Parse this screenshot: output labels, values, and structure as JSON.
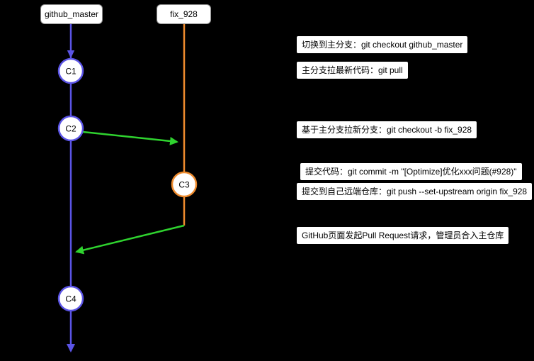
{
  "diagram": {
    "background": "#000000"
  },
  "colors": {
    "master": "#5b54e6",
    "feature": "#ed8a2d",
    "arrow": "#2fd32f",
    "node_fill": "#ffffff",
    "box_bg": "#ffffff",
    "text": "#000000"
  },
  "branches": {
    "master": {
      "label": "github_master"
    },
    "feature": {
      "label": "fix_928"
    }
  },
  "commits": {
    "c1": {
      "label": "C1",
      "branch": "github_master"
    },
    "c2": {
      "label": "C2",
      "branch": "github_master"
    },
    "c3": {
      "label": "C3",
      "branch": "fix_928"
    },
    "c4": {
      "label": "C4",
      "branch": "github_master"
    }
  },
  "annotations": [
    {
      "text": "切换到主分支：git checkout github_master"
    },
    {
      "text": "主分支拉最新代码：git pull"
    },
    {
      "text": "基于主分支拉新分支：git checkout -b fix_928"
    },
    {
      "text": "提交代码：git commit -m \"[Optimize]优化xxx问题(#928)\""
    },
    {
      "text": "提交到自己远端仓库：git push --set-upstream origin fix_928"
    },
    {
      "text": "GitHub页面发起Pull Request请求，管理员合入主仓库"
    }
  ]
}
